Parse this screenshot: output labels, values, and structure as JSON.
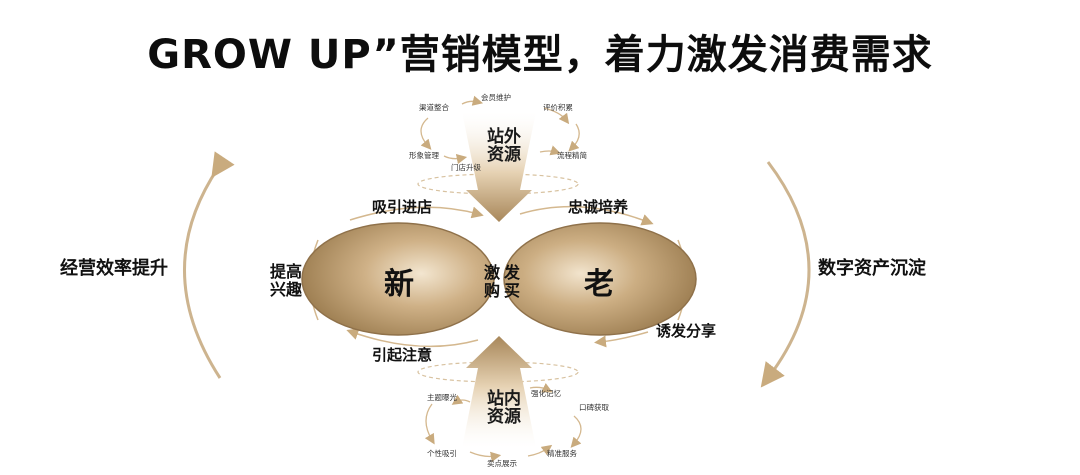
{
  "title": "GROW UP”营销模型，着力激发消费需求",
  "left_side": "经营效率提升",
  "right_side": "数字资产沉淀",
  "ellipse_left": "新",
  "ellipse_right": "老",
  "center": {
    "col1": "激购",
    "col2": "发买"
  },
  "labels": {
    "attract_store": "吸引进店",
    "loyalty": "忠诚培养",
    "raise_interest_1": "提高",
    "raise_interest_2": "兴趣",
    "attention": "引起注意",
    "share": "诱发分享"
  },
  "external": {
    "title_1": "站外",
    "title_2": "资源",
    "items": [
      "会员维护",
      "渠道整合",
      "评价积累",
      "形象管理",
      "门店升级",
      "流程精简"
    ]
  },
  "internal": {
    "title_1": "站内",
    "title_2": "资源",
    "items": [
      "主题曝光",
      "强化记忆",
      "口碑获取",
      "个性吸引",
      "卖点展示",
      "精准服务"
    ]
  },
  "colors": {
    "gold_dark": "#a8875a",
    "gold_mid": "#c9ab7e",
    "gold_light": "#efe2cc",
    "arrow_line": "#d4b88f"
  }
}
